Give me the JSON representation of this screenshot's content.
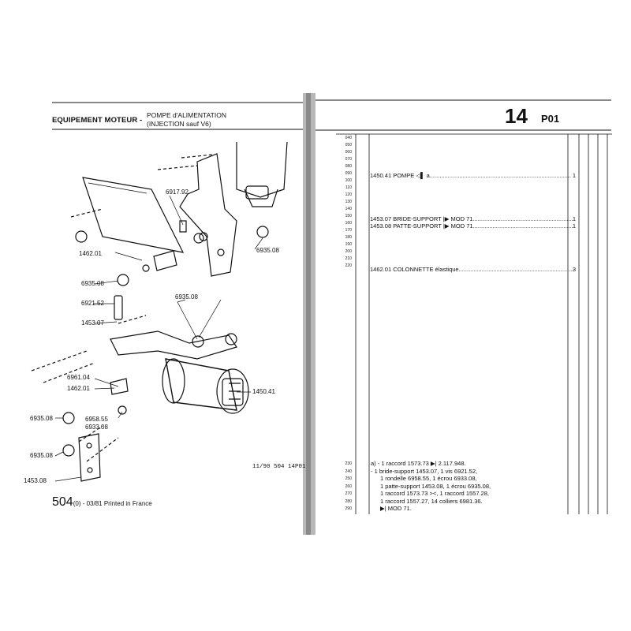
{
  "header": {
    "section": "EQUIPEMENT MOTEUR -",
    "subtitle_line1": "POMPE d'ALIMENTATION",
    "subtitle_line2": "(INJECTION sauf V6)",
    "page_number": "14",
    "page_code": "P01"
  },
  "diagram_labels": [
    "6917.92",
    "1462.01",
    "6935.08",
    "6935.08",
    "6921.52",
    "1453.07",
    "6935.08",
    "6961.04",
    "1462.01",
    "6935.08",
    "6958.55",
    "6933.08",
    "6935.08",
    "1453.08",
    "1450.41"
  ],
  "row_numbers": [
    "040",
    "050",
    "060",
    "070",
    "080",
    "090",
    "100",
    "110",
    "120",
    "130",
    "140",
    "150",
    "160",
    "170",
    "180",
    "190",
    "200",
    "210",
    "220"
  ],
  "parts": [
    {
      "ref": "1450.41",
      "name": "POMPE",
      "sym": "a",
      "qty": "1"
    },
    {
      "ref": "1453.07",
      "name": "BRIDE-SUPPORT",
      "sym": "MOD 71",
      "qty": "1"
    },
    {
      "ref": "1453.08",
      "name": "PATTE-SUPPORT",
      "sym": "MOD 71",
      "qty": "1"
    },
    {
      "ref": "1462.01",
      "name": "COLONNETTE élastique",
      "sym": "",
      "qty": "3"
    }
  ],
  "note_row_numbers": [
    "230",
    "240",
    "250",
    "260",
    "270",
    "280",
    "290"
  ],
  "notes": [
    "a) -    1 raccord 1573.73  ▶| 2.117.948.",
    "  -    1 bride-support 1453.07, 1 vis 6921.52,",
    "1 rondelle 6958.55, 1 écrou 6933.08,",
    "1 patte-support 1453.08, 1 écrou 6935.08,",
    "1 raccord 1573.73 ><, 1 raccord 1557.28,",
    "1 raccord 1557.27, 14 colliers 6981.36.",
    "▶| MOD 71."
  ],
  "reference_code": "11/90 504 14P01",
  "footer": {
    "model": "504",
    "edition": "(0) - 03/81 Printed in France"
  }
}
